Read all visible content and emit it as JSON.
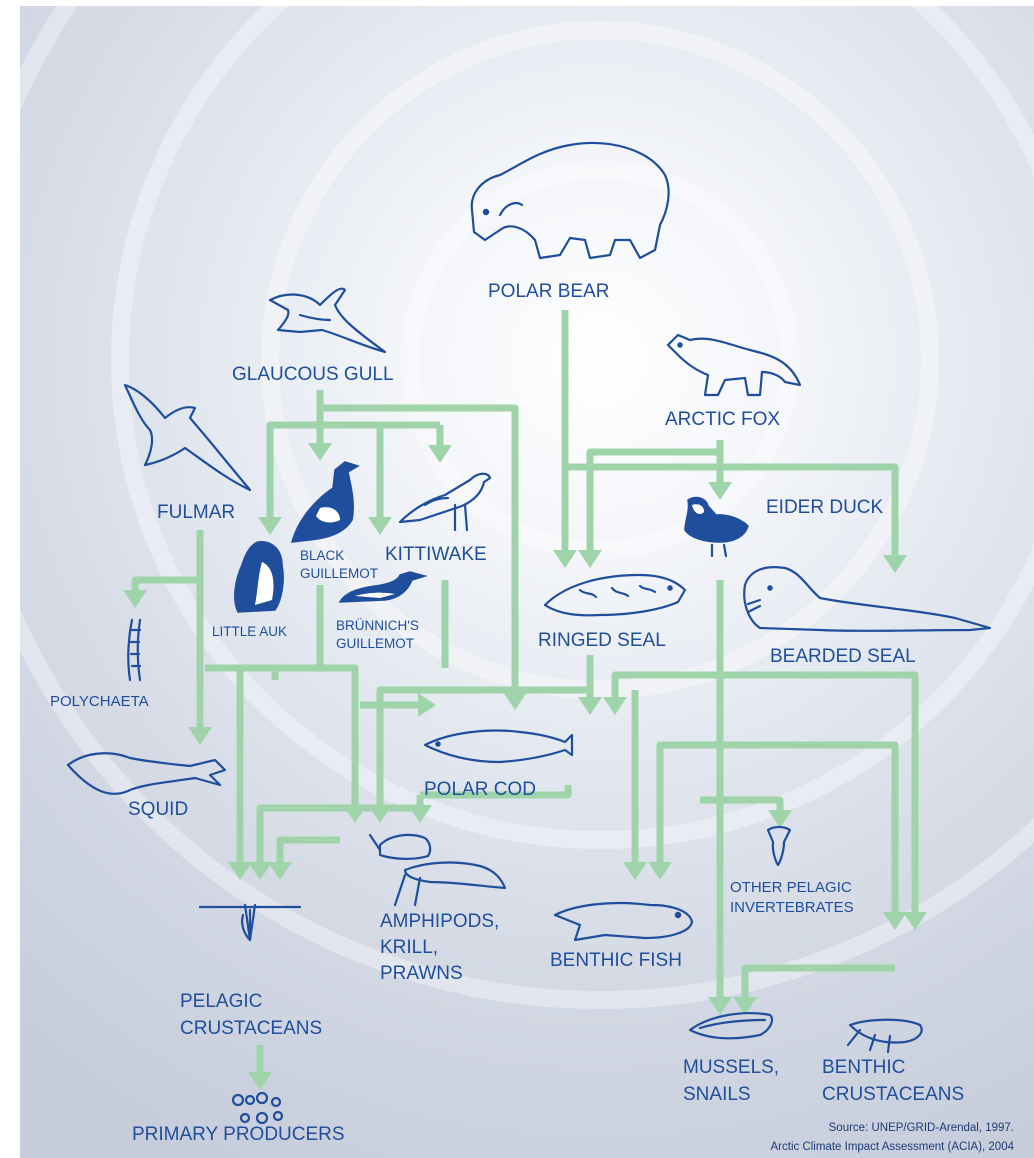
{
  "diagram": {
    "labels": {
      "polar_bear": "POLAR BEAR",
      "glaucous_gull": "GLAUCOUS GULL",
      "arctic_fox": "ARCTIC FOX",
      "fulmar": "FULMAR",
      "kittiwake": "KITTIWAKE",
      "black_guillemot_1": "BLACK",
      "black_guillemot_2": "GUILLEMOT",
      "eider_duck": "EIDER DUCK",
      "little_auk": "LITTLE AUK",
      "brunnichs_guillemot_1": "BRÜNNICH'S",
      "brunnichs_guillemot_2": "GUILLEMOT",
      "ringed_seal": "RINGED SEAL",
      "bearded_seal": "BEARDED SEAL",
      "polychaeta": "POLYCHAETA",
      "squid": "SQUID",
      "polar_cod": "POLAR COD",
      "other_pelagic_1": "OTHER PELAGIC",
      "other_pelagic_2": "INVERTEBRATES",
      "amphipods_1": "AMPHIPODS,",
      "amphipods_2": "KRILL,",
      "amphipods_3": "PRAWNS",
      "benthic_fish": "BENTHIC FISH",
      "pelagic_crustaceans_1": "PELAGIC",
      "pelagic_crustaceans_2": "CRUSTACEANS",
      "mussels_1": "MUSSELS,",
      "mussels_2": "SNAILS",
      "benthic_crustaceans_1": "BENTHIC",
      "benthic_crustaceans_2": "CRUSTACEANS",
      "primary_producers": "PRIMARY PRODUCERS"
    },
    "source_line_1": "Source: UNEP/GRID-Arendal, 1997.",
    "source_line_2": "Arctic Climate Impact Assessment (ACIA), 2004",
    "colors": {
      "arrow": "#9fd4aa",
      "ink": "#1f4e9c",
      "background_light": "#ffffff",
      "background_dark": "#c9d0de"
    }
  }
}
